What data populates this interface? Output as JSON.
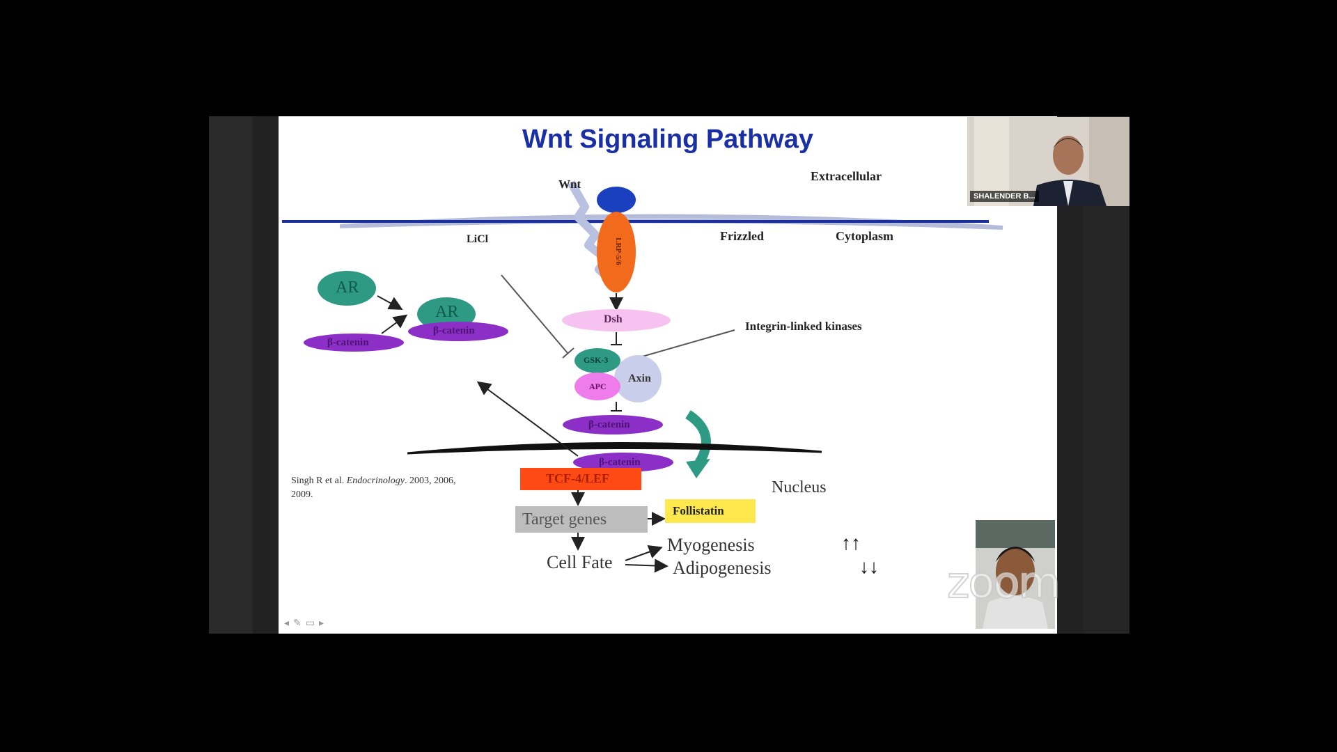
{
  "slide": {
    "title": "Wnt Signaling Pathway",
    "labels": {
      "wnt": "Wnt",
      "extracellular": "Extracellular",
      "lrp": "LRP-5/6",
      "frizzled": "Frizzled",
      "cytoplasm": "Cytoplasm",
      "licl": "LiCl",
      "dsh": "Dsh",
      "ilk": "Integrin-linked kinases",
      "ar1": "AR",
      "ar2": "AR",
      "bcat1": "β-catenin",
      "bcat2": "β-catenin",
      "gsk": "GSK-3",
      "apc": "APC",
      "axin": "Axin",
      "bcat3": "β-catenin",
      "bcat4": "β-catenin",
      "nucleus": "Nucleus",
      "tcf": "TCF-4/LEF",
      "target_genes": "Target genes",
      "follistatin": "Follistatin",
      "cell_fate": "Cell Fate",
      "myogenesis": "Myogenesis",
      "myogenesis_arrows": "↑↑",
      "adipogenesis": "Adipogenesis",
      "adipogenesis_arrows": "↓↓"
    },
    "citation_prefix": "Singh R et al.",
    "citation_journal": "Endocrinology",
    "citation_rest": ". 2003, 2006, 2009."
  },
  "participants": {
    "top_name": "SHALENDER B...",
    "top_icon": "person-video-icon",
    "bottom_icon": "person-video-icon"
  },
  "app": {
    "watermark": "zoom"
  },
  "colors": {
    "title_blue": "#1a2fa3",
    "lrp_orange": "#f26a1b",
    "teal": "#2f9a84",
    "purple": "#8b2fc7",
    "pink": "#e98fe8",
    "tcf_red": "#ff4a16",
    "follistatin_yellow": "#ffe84d"
  }
}
